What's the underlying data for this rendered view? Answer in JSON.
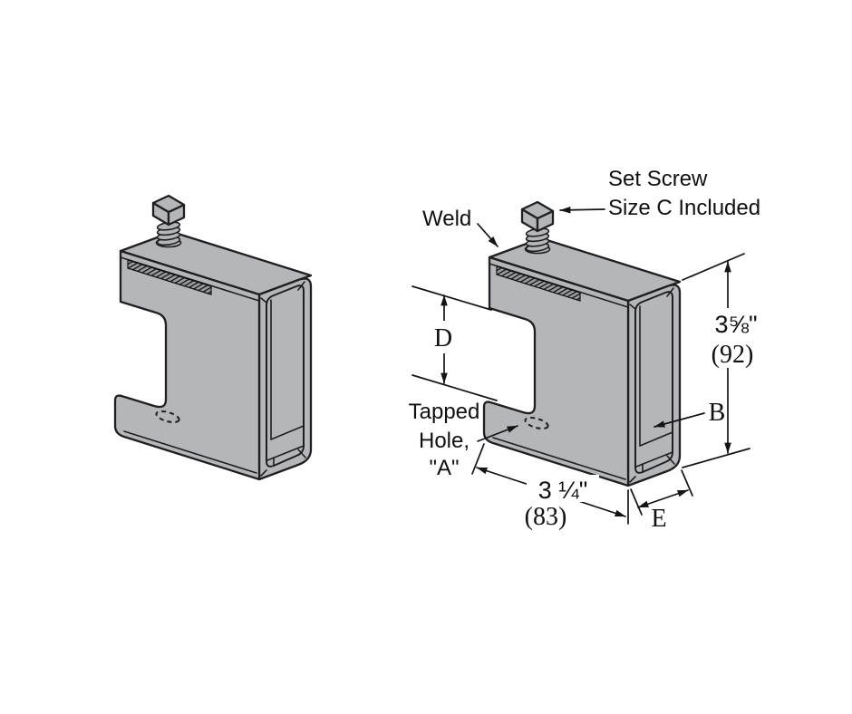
{
  "labels": {
    "weld": "Weld",
    "set_screw_1": "Set Screw",
    "set_screw_2": "Size C Included",
    "tapped_1": "Tapped",
    "tapped_2": "Hole,",
    "tapped_3": "\"A\""
  },
  "dimensions": {
    "height_in": "3⅝\"",
    "height_mm": "(92)",
    "width_in": "3 ¼\"",
    "width_mm": "(83)",
    "jaw_opening": "D",
    "wall_thickness": "B",
    "channel_depth": "E"
  },
  "colors": {
    "body": "#b4b6b9",
    "outline": "#1f1f1f",
    "background": "#ffffff",
    "weld_bead": "#111111"
  }
}
